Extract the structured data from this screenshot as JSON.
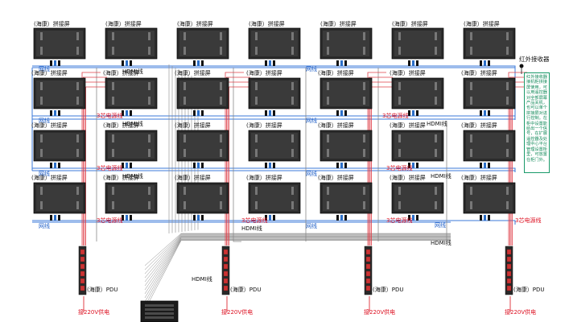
{
  "screen_label": "(海康）拼接屏",
  "labels": {
    "hdmi": "HDMI线",
    "network": "网线",
    "power3": "3芯电源线",
    "pdu": "(海康）PDU",
    "mains": "接220V供电",
    "ir_receiver": "红外接收器"
  },
  "note": "红外接收器接机柜拼接屏使用，可以用遥控器对全部屏幕产品关机，也可以单个拼接屏对进行控制。在柜中设置能给出一个信号，在扩展遥控器及处理中心平台管理设置柜里，可放置在柜门外。",
  "grid": {
    "rows": 4,
    "cols": 7
  },
  "colors": {
    "red_line": "#e0404a",
    "blue_line": "#3b78d8",
    "gray_line": "#8a8a8a",
    "note_border": "#1a9a6a"
  }
}
